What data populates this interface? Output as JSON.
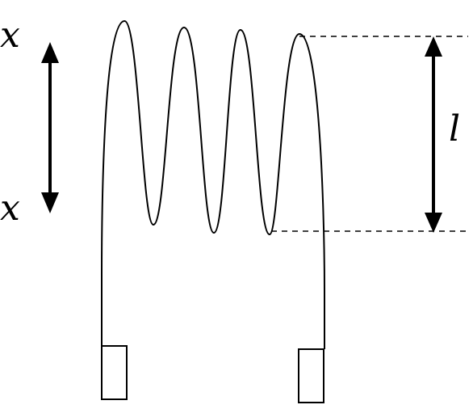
{
  "labels": {
    "x_top": "x",
    "x_bottom": "x",
    "length": "l"
  },
  "style": {
    "stroke_color": "#000000",
    "background_color": "#ffffff"
  },
  "spring": {
    "turns": 4
  }
}
